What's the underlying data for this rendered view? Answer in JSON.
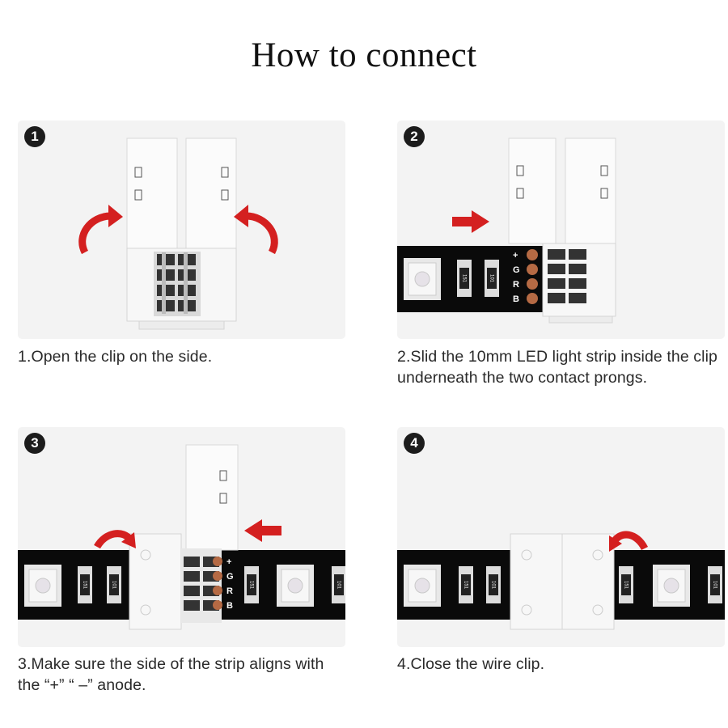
{
  "title": "How to connect",
  "steps": [
    {
      "number": "1",
      "caption": "1.Open the clip on the side."
    },
    {
      "number": "2",
      "caption": "2.Slid the 10mm LED light strip inside the clip underneath the two contact prongs."
    },
    {
      "number": "3",
      "caption": "3.Make sure the side of the strip aligns with the “+” “ –” anode."
    },
    {
      "number": "4",
      "caption": "4.Close the wire clip."
    }
  ],
  "strip_labels": {
    "plus": "+",
    "g": "G",
    "r": "R",
    "b": "B"
  },
  "resistor_codes": [
    "151",
    "101"
  ],
  "colors": {
    "arrow": "#d42020",
    "strip": "#0a0a0a",
    "clip": "#f1f1f1",
    "panel": "#f3f3f3"
  }
}
